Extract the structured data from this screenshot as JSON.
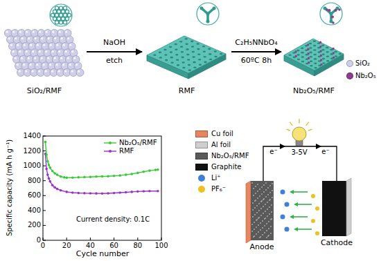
{
  "diagram": {
    "nodes": [
      {
        "text": [
          "SiO₂/RMF"
        ]
      },
      {
        "text": [
          "RMF"
        ]
      },
      {
        "text": [
          "Nb₂O₅/RMF"
        ]
      }
    ],
    "edges": [
      {
        "from": 0,
        "to": 1,
        "arrow": "to",
        "label": "NaOH etch"
      },
      {
        "from": 1,
        "to": 2,
        "arrow": "to",
        "label": "C₂H₅NNbO₄ 60ºC 8h"
      }
    ],
    "labels": [
      "Current density: 0.1C",
      "Specific capacity (mA h g⁻¹)",
      "Cycle number",
      "0",
      "200",
      "400",
      "600",
      "800",
      "1000",
      "1200",
      "1400",
      "0",
      "20",
      "40",
      "60",
      "80",
      "100",
      "3-5V",
      "e⁻",
      "e⁻",
      "Anode",
      "Cathode"
    ],
    "legend": [
      {
        "text": "SiO₂",
        "color": "#cfcfe8"
      },
      {
        "text": "Nb₂O₅",
        "color": "#8e3c8e"
      },
      {
        "text": "Nb₂O₅/RMF"
      },
      {
        "text": "RMF"
      },
      {
        "text": "Cu foil",
        "color": "#e8875f"
      },
      {
        "text": "Al foil",
        "color": "#cfcfcf"
      },
      {
        "text": "Nb₂O₅/RMF",
        "color": "#5a5a5a"
      },
      {
        "text": "Graphite",
        "color": "#111111"
      },
      {
        "text": "Li⁺",
        "color": "#3f7fd8"
      },
      {
        "text": "PF₆⁻",
        "color": "#f0c020"
      }
    ]
  }
}
